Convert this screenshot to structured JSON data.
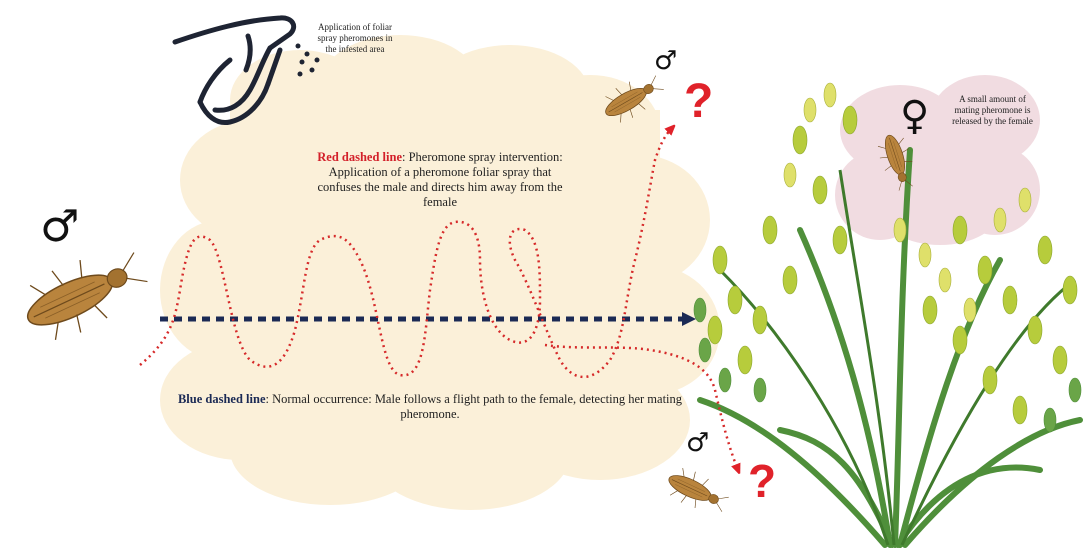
{
  "spray_caption": [
    "Application of foliar",
    "spray pheromones in",
    "the infested area"
  ],
  "female_caption": [
    "A small amount of",
    "mating pheromone is",
    "released by the female"
  ],
  "red_legend": {
    "key": "Red dashed line",
    "text_line1": ": Pheromone spray intervention:",
    "text_line2": "Application of a pheromone foliar spray that",
    "text_line3": "confuses the male and directs him away from the",
    "text_line4": "female"
  },
  "blue_legend": {
    "key": "Blue dashed line",
    "text_line1": ": Normal occurrence: Male follows a flight path to the female, detecting her mating",
    "text_line2": "pheromone."
  },
  "symbols": {
    "male": "♂",
    "female": "♀",
    "question": "?"
  },
  "colors": {
    "cloud": "#fbf0d9",
    "female_cloud": "#efd6dc",
    "red_path": "#d62a2a",
    "blue_path": "#1b2a55",
    "insect": "#b9843d",
    "plant_leaf": "#4f8f3a",
    "grain": "#c8d24a"
  }
}
